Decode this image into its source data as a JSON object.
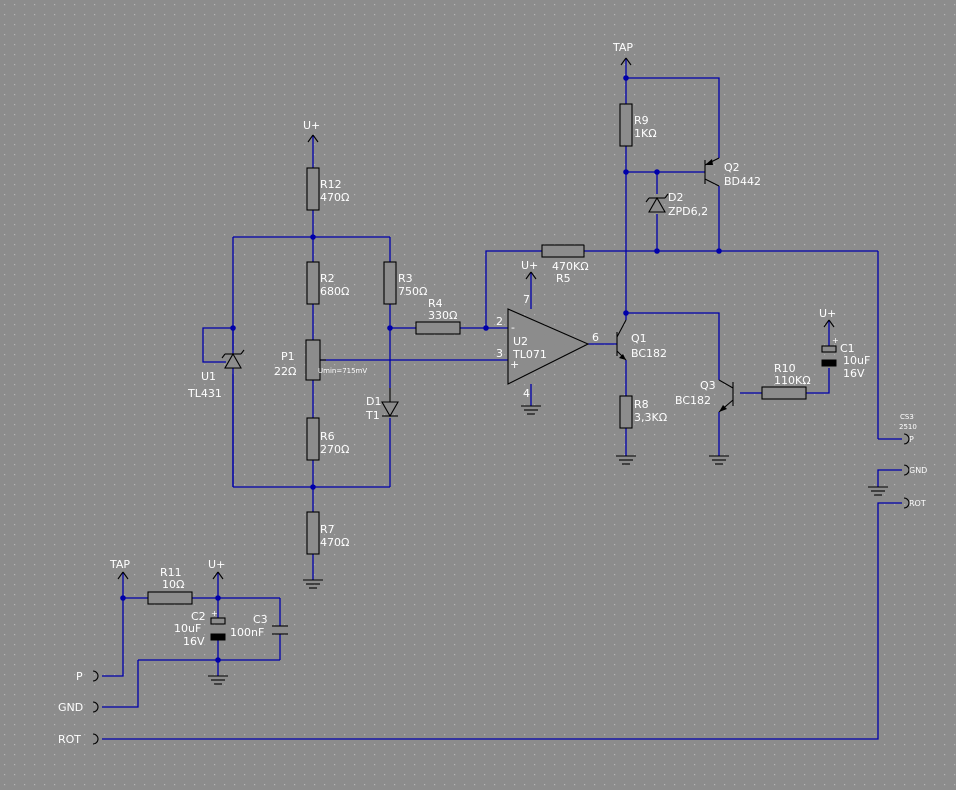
{
  "colors": {
    "background": "#8c8c8c",
    "grid_dot": "#b4b4b4",
    "wire": "#0000aa",
    "component": "#000000",
    "text": "#ffffff"
  },
  "rails": {
    "tap": "TAP",
    "u_plus": "U+"
  },
  "components": {
    "R12": {
      "ref": "R12",
      "value": "470Ω"
    },
    "R2": {
      "ref": "R2",
      "value": "680Ω"
    },
    "R3": {
      "ref": "R3",
      "value": "750Ω"
    },
    "R4": {
      "ref": "R4",
      "value": "330Ω"
    },
    "R5": {
      "ref": "R5",
      "value": "470KΩ"
    },
    "R6": {
      "ref": "R6",
      "value": "270Ω"
    },
    "R7": {
      "ref": "R7",
      "value": "470Ω"
    },
    "R8": {
      "ref": "R8",
      "value": "3,3KΩ"
    },
    "R9": {
      "ref": "R9",
      "value": "1KΩ"
    },
    "R10": {
      "ref": "R10",
      "value": "110KΩ"
    },
    "R11": {
      "ref": "R11",
      "value": "10Ω"
    },
    "P1": {
      "ref": "P1",
      "value": "22Ω",
      "note": "Umin=715mV"
    },
    "U1": {
      "ref": "U1",
      "value": "TL431"
    },
    "U2": {
      "ref": "U2",
      "value": "TL071",
      "pins": {
        "inv": "2",
        "noninv": "3",
        "out": "6",
        "vplus": "7",
        "vminus": "4",
        "minus": "-",
        "plus": "+"
      }
    },
    "D1": {
      "ref": "D1",
      "value": "T1"
    },
    "D2": {
      "ref": "D2",
      "value": "ZPD6,2"
    },
    "Q1": {
      "ref": "Q1",
      "value": "BC182"
    },
    "Q2": {
      "ref": "Q2",
      "value": "BD442"
    },
    "Q3": {
      "ref": "Q3",
      "value": "BC182"
    },
    "C1": {
      "ref": "C1",
      "value": "10uF",
      "voltage": "16V"
    },
    "C2": {
      "ref": "C2",
      "value": "10uF",
      "voltage": "16V"
    },
    "C3": {
      "ref": "C3",
      "value": "100nF"
    }
  },
  "connector": {
    "ref": "CS3",
    "part": "2510",
    "pins": {
      "p": "P",
      "gnd": "GND",
      "rot": "ROT"
    }
  },
  "ports": {
    "p": "P",
    "gnd": "GND",
    "rot": "ROT"
  }
}
